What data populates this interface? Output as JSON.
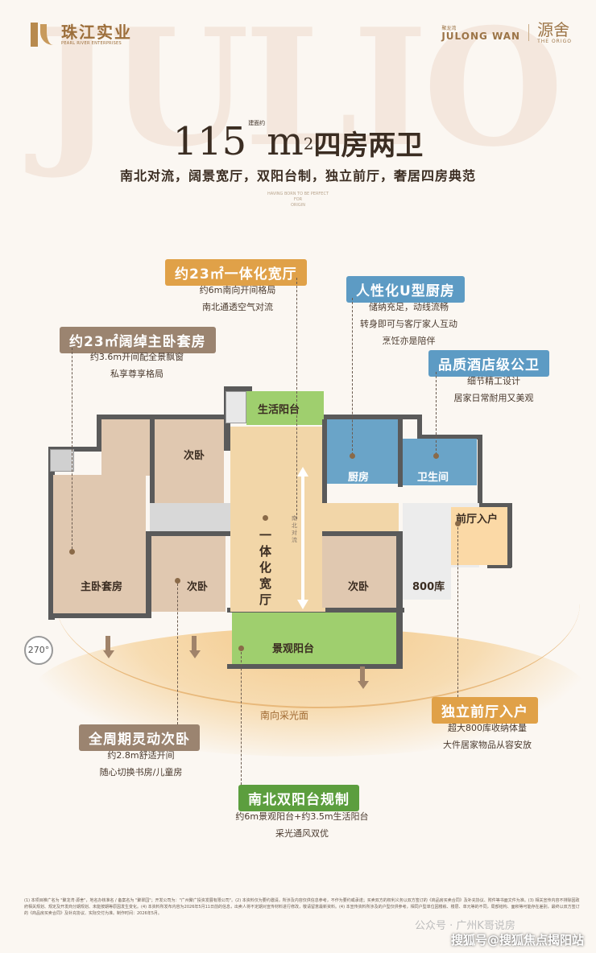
{
  "header": {
    "bg_letters": "JULIO",
    "brand_cn": "珠江实业",
    "brand_en": "PEARL RIVER ENTERPRISES",
    "project_small": "聚龙湾",
    "project_en": "JULONG WAN",
    "project_cn": "源舍",
    "project_en2": "THE ORIGO"
  },
  "title": {
    "area": "115",
    "unit": "m",
    "sup": "2",
    "small_label": "建面约",
    "layout": "四房两卫",
    "subtitle": "南北对流，阔景宽厅，双阳台制，独立前厅，奢居四房典范",
    "tiny_en_1": "HAVING BORN TO BE PERFECT",
    "tiny_en_2": "FOR",
    "tiny_en_3": "ORIGIN"
  },
  "callouts": {
    "living": {
      "tag": "约23㎡一体化宽厅",
      "line1": "约6m南向开间格局",
      "line2": "南北通透空气对流"
    },
    "kitchen": {
      "tag": "人性化U型厨房",
      "line1": "储纳充足，动线流畅",
      "line2": "转身即可与客厅家人互动",
      "line3": "烹饪亦是陪伴"
    },
    "master": {
      "tag": "约23㎡阔绰主卧套房",
      "line1": "约3.6m开间配全景飘窗",
      "line2": "私享尊享格局"
    },
    "bath": {
      "tag": "品质酒店级公卫",
      "line1": "细节精工设计",
      "line2": "居家日常耐用又美观"
    },
    "bedroom": {
      "tag": "全周期灵动次卧",
      "line1": "约2.8m舒适开间",
      "line2": "随心切换书房/儿童房"
    },
    "balcony": {
      "tag": "南北双阳台规制",
      "line1": "约6m景观阳台+约3.5m生活阳台",
      "line2": "采光通风双优"
    },
    "foyer": {
      "tag": "独立前厅入户",
      "line1": "超大800库收纳体量",
      "line2": "大件居家物品从容安放"
    }
  },
  "rooms": {
    "life_balcony": "生活阳台",
    "kitchen": "厨房",
    "bathroom": "卫生间",
    "foyer": "前厅入户",
    "second_bed_1": "次卧",
    "second_bed_2": "次卧",
    "second_bed_3": "次卧",
    "master": "主卧套房",
    "living": "一体化宽厅",
    "storage": "800库",
    "view_balcony": "景观阳台",
    "south_light": "南向采光面",
    "flow": "南北对流",
    "angle": "270°"
  },
  "footer": {
    "note": "(1) 本项目推广名为 \"聚龙湾·源舍\"，地名办核准名 / 备案名为 \"聚翠园\"；开发公司为：\"广州聚广投资发展有限公司\"。(2) 本资料仅为要约邀请，所涉及内容仅供信息参考，不作为要约或承诺；买卖双方的权利义务以双方签订的《商品房买卖合同》及补充协议、附件等书面文件为准。(3) 相关宣传内容不排除因政府相关规划、规定及开发商分期规划、未能按期等原因发生变化。(4) 本资料所发布内容为2026年5月11日前的信息，出卖人将不定期对宣传材料进行修改，敬请留意最新资料。(4) 本宣传资料所涉及的户型仅供参考，相同户型单位因楼栋、楼层、单元等的不同，局部结构、面积等可能存在差别，最终以双方签订的《商品房买卖合同》及补充协议、实际交付为准。制作时间：2026年5月。",
    "wm1": "公众号 · 广州K哥说房",
    "wm2": "搜狐号@搜狐焦点揭阳站"
  }
}
